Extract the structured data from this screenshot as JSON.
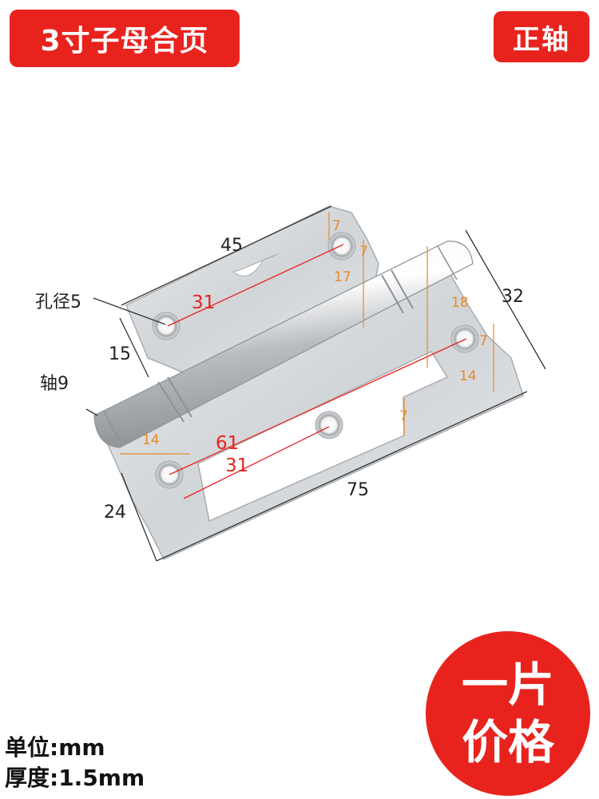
{
  "header": {
    "title": "3寸子母合页",
    "axis_type": "正轴"
  },
  "price_badge": {
    "line1": "一片",
    "line2": "价格"
  },
  "specs": {
    "unit": "单位:mm",
    "thickness": "厚度:1.5mm"
  },
  "dimensions": {
    "top_width": "45",
    "height": "32",
    "hole_diameter": "孔径5",
    "hole_spacing_upper": "31",
    "left_offset": "15",
    "shaft": "轴9",
    "bottom_depth": "24",
    "bottom_width": "75",
    "hole_spacing_lower": "61",
    "hole_spacing_lower_short": "31",
    "top_edge_7": "7",
    "top_side_7": "7",
    "top_17": "17",
    "right_18": "18",
    "right_side_7": "7",
    "right_14": "14",
    "inner_7": "7",
    "left_14": "14"
  },
  "colors": {
    "accent": "#e8231e",
    "dimension_orange": "#e58a2a",
    "metal": "#d4d7da"
  }
}
